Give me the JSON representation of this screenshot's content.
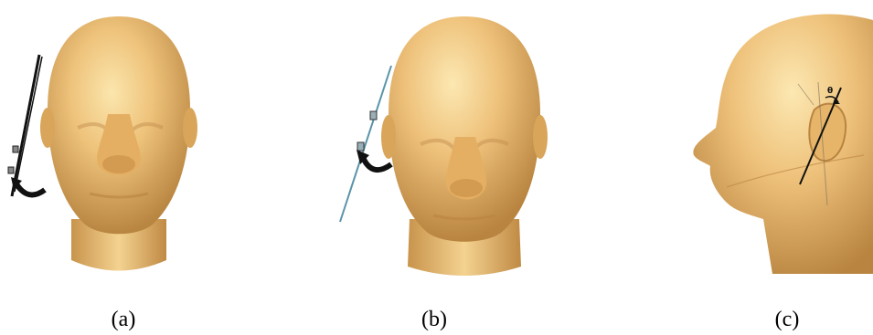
{
  "figure": {
    "panels": [
      {
        "id": "a",
        "caption": "(a)",
        "view": "front",
        "probe": "dark"
      },
      {
        "id": "b",
        "caption": "(b)",
        "view": "front",
        "probe": "light-blue"
      },
      {
        "id": "c",
        "caption": "(c)",
        "view": "side"
      }
    ],
    "angle_symbol": "θ",
    "colors": {
      "skin_light": "#f6d892",
      "skin_mid": "#e9b663",
      "skin_dark": "#b8843c",
      "probe_dark": "#111111",
      "probe_light": "#5a94a8",
      "arrow": "#111111"
    }
  }
}
